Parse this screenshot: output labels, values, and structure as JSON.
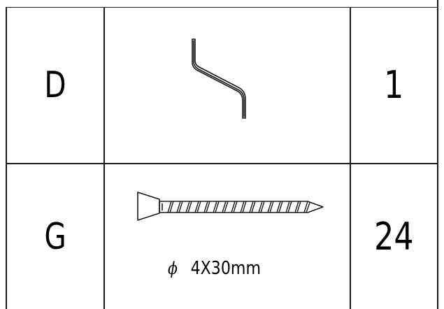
{
  "table": {
    "rows": [
      {
        "part": "D",
        "quantity": "1",
        "image_icon": "hex-key-icon"
      },
      {
        "part": "G",
        "quantity": "24",
        "image_icon": "countersunk-screw-icon",
        "spec": {
          "symbol": "ϕ",
          "size": "4X30mm"
        }
      }
    ]
  },
  "colors": {
    "line": "#1a1a1a",
    "background": "#ffffff"
  }
}
